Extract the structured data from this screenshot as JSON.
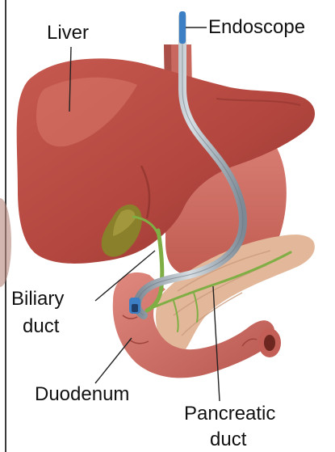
{
  "labels": {
    "liver": "Liver",
    "endoscope": "Endoscope",
    "biliary_line1": "Biliary",
    "biliary_line2": "duct",
    "duodenum": "Duodenum",
    "pancreatic_line1": "Pancreatic",
    "pancreatic_line2": "duct"
  },
  "colors": {
    "liver": "#b3473f",
    "liver_highlight": "#cf6a5f",
    "stomach": "#cf6f64",
    "duodenum": "#d1766c",
    "pancreas": "#e3b89a",
    "gallbladder": "#8a7f2a",
    "bile_duct": "#7fae45",
    "endoscope": "#9aa6b0",
    "endoscope_tip": "#3c7fc4",
    "leader_line": "#222222",
    "text": "#111111"
  }
}
